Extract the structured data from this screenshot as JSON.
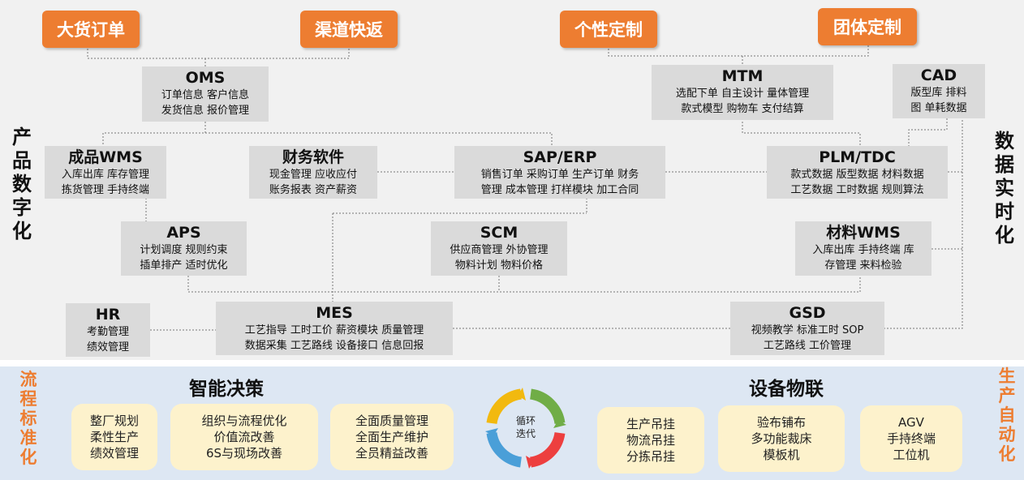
{
  "top_buttons": [
    "大货订单",
    "渠道快返",
    "个性定制",
    "团体定制"
  ],
  "systems": {
    "oms": {
      "title": "OMS",
      "lines": [
        "订单信息 客户信息",
        "发货信息 报价管理"
      ]
    },
    "mtm": {
      "title": "MTM",
      "lines": [
        "选配下单 自主设计 量体管理",
        "款式模型 购物车 支付结算"
      ]
    },
    "cad": {
      "title": "CAD",
      "lines": [
        "版型库 排料",
        "图 单耗数据"
      ]
    },
    "wms_product": {
      "title": "成品WMS",
      "lines": [
        "入库出库 库存管理",
        "拣货管理 手持终端"
      ]
    },
    "finance": {
      "title": "财务软件",
      "lines": [
        "现金管理 应收应付",
        "账务报表 资产薪资"
      ]
    },
    "sap": {
      "title": "SAP/ERP",
      "lines": [
        "销售订单 采购订单 生产订单 财务",
        "管理 成本管理 打样模块 加工合同"
      ]
    },
    "plm": {
      "title": "PLM/TDC",
      "lines": [
        "款式数据 版型数据 材料数据",
        "工艺数据 工时数据 规则算法"
      ]
    },
    "aps": {
      "title": "APS",
      "lines": [
        "计划调度 规则约束",
        "插单排产 适时优化"
      ]
    },
    "scm": {
      "title": "SCM",
      "lines": [
        "供应商管理 外协管理",
        "物料计划 物料价格"
      ]
    },
    "wms_material": {
      "title": "材料WMS",
      "lines": [
        "入库出库 手持终端 库",
        "存管理 来料检验"
      ]
    },
    "hr": {
      "title": "HR",
      "lines": [
        "考勤管理",
        "绩效管理"
      ]
    },
    "mes": {
      "title": "MES",
      "lines": [
        "工艺指导 工时工价  薪资模块 质量管理",
        "数据采集 工艺路线 设备接口 信息回报"
      ]
    },
    "gsd": {
      "title": "GSD",
      "lines": [
        "视频教学 标准工时 SOP",
        "工艺路线 工价管理"
      ]
    }
  },
  "side_labels": {
    "left_top": [
      "产",
      "品",
      "数",
      "字",
      "化"
    ],
    "right_top": [
      "数",
      "据",
      "实",
      "时",
      "化"
    ],
    "left_bottom": [
      "流",
      "程",
      "标",
      "准",
      "化"
    ],
    "right_bottom": [
      "生",
      "产",
      "自",
      "动",
      "化"
    ]
  },
  "bottom": {
    "left_title": "智能决策",
    "right_title": "设备物联",
    "cycle_label": [
      "循环",
      "迭代"
    ],
    "left_boxes": [
      [
        "整厂规划",
        "柔性生产",
        "绩效管理"
      ],
      [
        "组织与流程优化",
        "价值流改善",
        "6S与现场改善"
      ],
      [
        "全面质量管理",
        "全面生产维护",
        "全员精益改善"
      ]
    ],
    "right_boxes": [
      [
        "生产吊挂",
        "物流吊挂",
        "分拣吊挂"
      ],
      [
        "验布铺布",
        "多功能裁床",
        "模板机"
      ],
      [
        "AGV",
        "手持终端",
        "工位机"
      ]
    ]
  },
  "colors": {
    "accent_orange": "#ed7d31",
    "system_box": "#dadada",
    "yellow_box": "#fdf2cc",
    "bottom_bg": "#dde7f3",
    "cycle": [
      "#70ad47",
      "#ed3f3f",
      "#4a9fd8",
      "#f2b90f"
    ]
  }
}
